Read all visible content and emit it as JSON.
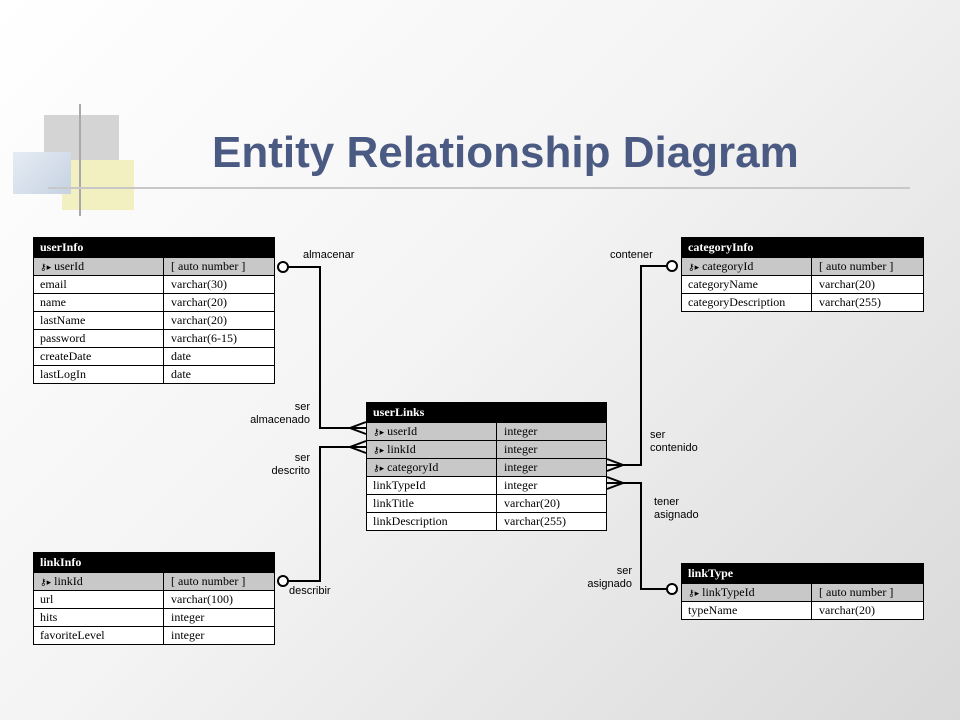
{
  "title": "Entity Relationship Diagram",
  "colors": {
    "title": "#4a5a82",
    "header": "#000000",
    "pk_row": "#c8c8c8"
  },
  "entities": {
    "userInfo": {
      "name": "userInfo",
      "rows": [
        {
          "field": "userId",
          "type": "[ auto number ]",
          "pk": true
        },
        {
          "field": "email",
          "type": "varchar(30)"
        },
        {
          "field": "name",
          "type": "varchar(20)"
        },
        {
          "field": "lastName",
          "type": "varchar(20)"
        },
        {
          "field": "password",
          "type": "varchar(6-15)"
        },
        {
          "field": "createDate",
          "type": "date"
        },
        {
          "field": "lastLogIn",
          "type": "date"
        }
      ]
    },
    "categoryInfo": {
      "name": "categoryInfo",
      "rows": [
        {
          "field": "categoryId",
          "type": "[ auto number ]",
          "pk": true
        },
        {
          "field": "categoryName",
          "type": "varchar(20)"
        },
        {
          "field": "categoryDescription",
          "type": "varchar(255)"
        }
      ]
    },
    "userLinks": {
      "name": "userLinks",
      "rows": [
        {
          "field": "userId",
          "type": "integer",
          "pk": true
        },
        {
          "field": "linkId",
          "type": "integer",
          "pk": true
        },
        {
          "field": "categoryId",
          "type": "integer",
          "pk": true
        },
        {
          "field": "linkTypeId",
          "type": "integer"
        },
        {
          "field": "linkTitle",
          "type": "varchar(20)"
        },
        {
          "field": "linkDescription",
          "type": "varchar(255)"
        }
      ]
    },
    "linkInfo": {
      "name": "linkInfo",
      "rows": [
        {
          "field": "linkId",
          "type": "[ auto number ]",
          "pk": true
        },
        {
          "field": "url",
          "type": "varchar(100)"
        },
        {
          "field": "hits",
          "type": "integer"
        },
        {
          "field": "favoriteLevel",
          "type": "integer"
        }
      ]
    },
    "linkType": {
      "name": "linkType",
      "rows": [
        {
          "field": "linkTypeId",
          "type": "[ auto number ]",
          "pk": true
        },
        {
          "field": "typeName",
          "type": "varchar(20)"
        }
      ]
    }
  },
  "relations": {
    "almacenar": "almacenar",
    "ser_almacenado": "ser\nalmacenado",
    "ser_descrito": "ser\ndescrito",
    "describir": "describir",
    "contener": "contener",
    "ser_contenido": "ser\ncontenido",
    "tener_asignado": "tener\nasignado",
    "ser_asignado": "ser\nasignado"
  }
}
